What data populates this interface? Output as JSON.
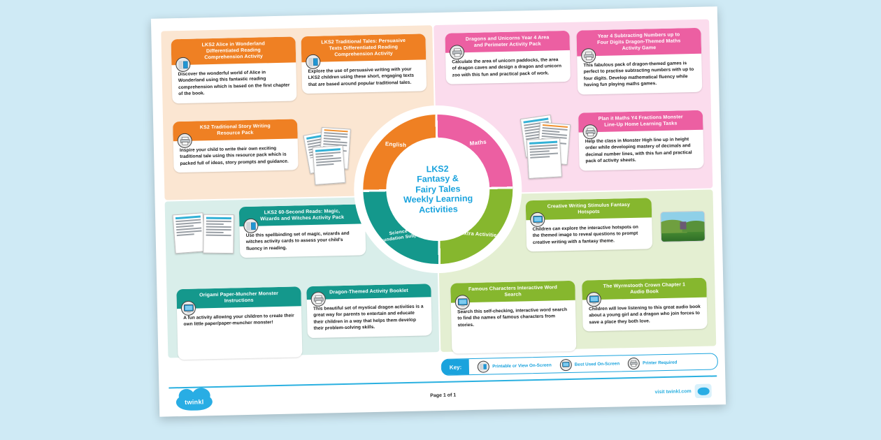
{
  "document": {
    "title": "LKS2 Fantasy & Fairy Tales Weekly Learning Activities",
    "page_label": "Page 1 of 1",
    "brand": "twinkl",
    "visit_text": "visit twinkl.com"
  },
  "wheel": {
    "center_lines": [
      "LKS2",
      "Fantasy &",
      "Fairy Tales",
      "Weekly Learning",
      "Activities"
    ],
    "segments": [
      {
        "label": "English",
        "color": "#ef8023"
      },
      {
        "label": "Maths",
        "color": "#ec5fa2"
      },
      {
        "label": "Extra Activities",
        "color": "#86b72e"
      },
      {
        "label": "Science & Foundation Subjects",
        "color": "#14988c"
      }
    ]
  },
  "sections": {
    "english": {
      "name": "English",
      "color": "#ef8023",
      "panel_color": "#fbe6d2",
      "cards": [
        {
          "title": "LKS2 Alice in Wonderland Differentiated Reading Comprehension Activity",
          "body": "Discover the wonderful world of Alice in Wonderland using this fantastic reading comprehension which is based on the first chapter of the book.",
          "icon": "printable-screen-icon"
        },
        {
          "title": "LKS2 Traditional Tales: Persuasive Texts Differentiated Reading Comprehension Activity",
          "body": "Explore the use of persuasive writing with your LKS2 children using these short, engaging texts that are based around popular traditional tales.",
          "icon": "printable-screen-icon"
        },
        {
          "title": "KS2 Traditional Story Writing Resource Pack",
          "body": "Inspire your child to write their own exciting traditional tale using this resource pack which is packed full of ideas, story prompts and guidance.",
          "icon": "printer-required-icon"
        }
      ]
    },
    "maths": {
      "name": "Maths",
      "color": "#ec5fa2",
      "panel_color": "#fbdced",
      "cards": [
        {
          "title": "Dragons and Unicorns Year 4 Area and Perimeter Activity Pack",
          "body": "Calculate the area of unicorn paddocks, the area of dragon caves and design a dragon and unicorn zoo with this fun and practical pack of work.",
          "icon": "printer-required-icon"
        },
        {
          "title": "Year 4 Subtracting Numbers up to Four Digits Dragon-Themed Maths Activity Game",
          "body": "This fabulous pack of dragon-themed games is perfect to practise subtracting numbers with up to four digits. Develop mathematical fluency while having fun playing maths games.",
          "icon": "printer-required-icon"
        },
        {
          "title": "Plan it Maths Y4 Fractions Monster Line-Up Home Learning Tasks",
          "body": "Help the class in Monster High line up in height order while developing mastery of decimals and decimal number lines, with this fun and practical pack of activity sheets.",
          "icon": "printer-required-icon"
        }
      ]
    },
    "science": {
      "name": "Science & Foundation Subjects",
      "color": "#14988c",
      "panel_color": "#d9eeea",
      "cards": [
        {
          "title": "LKS2 60-Second Reads: Magic, Wizards and Witches Activity Pack",
          "body": "Use this spellbinding set of magic, wizards and witches activity cards to assess your child's fluency in reading.",
          "icon": "printable-screen-icon"
        },
        {
          "title": "Origami Paper-Muncher Monster Instructions",
          "body": "A fun activity allowing your children to create their own little paper/paper-muncher monster!",
          "icon": "best-on-screen-icon"
        },
        {
          "title": "Dragon-Themed Activity Booklet",
          "body": "This beautiful set of mystical dragon activities is a great way for parents to entertain and educate their children in a way that helps them develop their problem-solving skills.",
          "icon": "printer-required-icon"
        }
      ]
    },
    "extra": {
      "name": "Extra Activities",
      "color": "#86b72e",
      "panel_color": "#e4efd2",
      "cards": [
        {
          "title": "Creative Writing Stimulus Fantasy Hotspots",
          "body": "Children can explore the interactive hotspots on the themed image to reveal questions to prompt creative writing with a fantasy theme.",
          "icon": "best-on-screen-icon"
        },
        {
          "title": "Famous Characters Interactive Word Search",
          "body": "Search this self-checking, interactive word search to find the names of famous characters from stories.",
          "icon": "best-on-screen-icon"
        },
        {
          "title": "The Wyrmstooth Crown Chapter 1 Audio Book",
          "body": "Children will love listening to this great audio book about a young girl and a dragon who join forces to save a place they both love.",
          "icon": "best-on-screen-icon"
        }
      ]
    }
  },
  "key": {
    "label": "Key:",
    "items": [
      {
        "text": "Printable or View On-Screen",
        "icon": "printable-screen-icon"
      },
      {
        "text": "Best Used On-Screen",
        "icon": "best-on-screen-icon"
      },
      {
        "text": "Printer Required",
        "icon": "printer-required-icon"
      }
    ]
  }
}
